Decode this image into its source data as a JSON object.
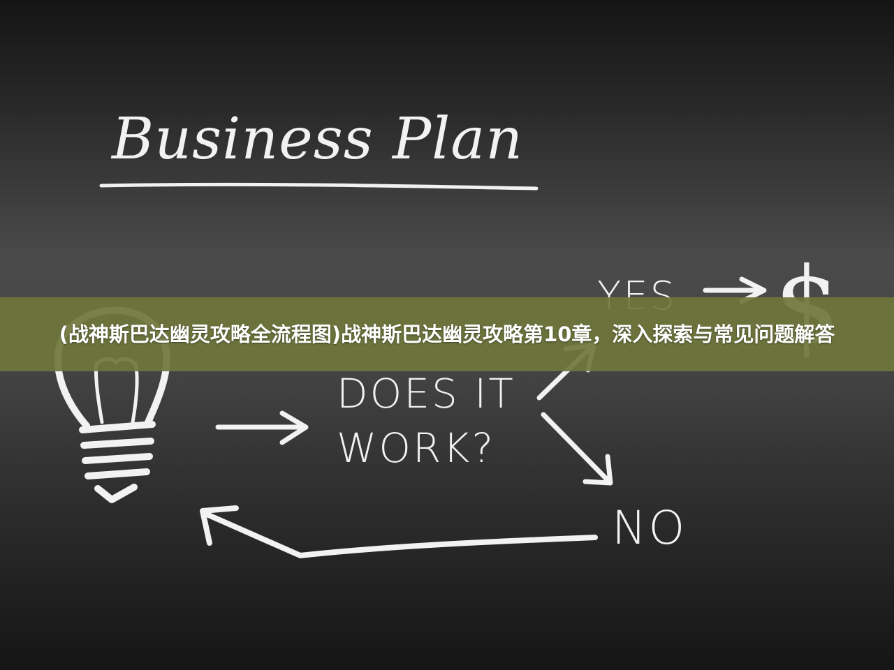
{
  "board": {
    "title": "Business Plan",
    "question_line1": "DOES IT",
    "question_line2": "WORK?",
    "yes": "YES",
    "no": "NO",
    "currency_symbol": "$"
  },
  "banner": {
    "text": "(战神斯巴达幽灵攻略全流程图)战神斯巴达幽灵攻略第10章，深入探索与常见问题解答"
  },
  "colors": {
    "chalk": "#f2f2f2",
    "banner_bg": "#70763c",
    "banner_text": "#ffffff"
  }
}
